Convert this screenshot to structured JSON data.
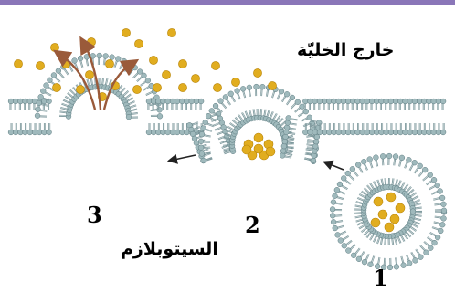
{
  "labels": {
    "outside_cell": "خارج الخليّة",
    "cytoplasm": "السيتوبلازم",
    "stage_1": "1",
    "stage_2": "2",
    "stage_3": "3"
  },
  "colors": {
    "top_band": "#8a76b8",
    "head": "#9fb9bc",
    "head_stroke": "#5d7b80",
    "tail": "#7f9a9e",
    "particle": "#e1ad1f",
    "particle_stroke": "#b9860a",
    "release_arrow": "#9a5a3a",
    "move_arrow": "#222222"
  },
  "icons": {
    "phospholipid": "lollipop-head-with-tail",
    "release_arrow": "curved-arrow",
    "move_arrow": "straight-arrow"
  }
}
